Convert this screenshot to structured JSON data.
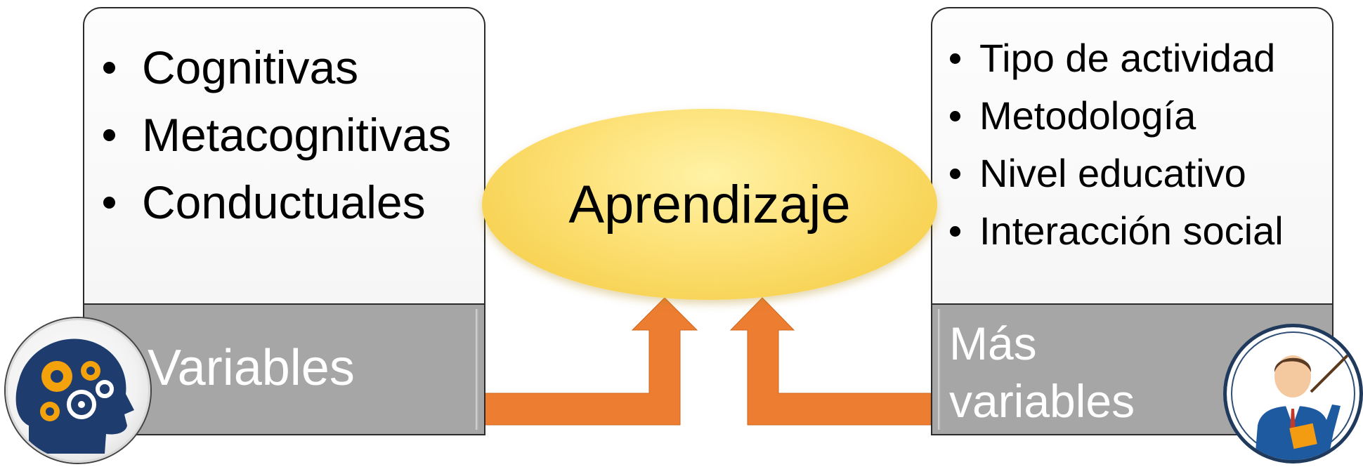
{
  "center": {
    "label": "Aprendizaje"
  },
  "left_box": {
    "items": [
      "Cognitivas",
      "Metacognitivas",
      "Conductuales"
    ],
    "label": "Variables"
  },
  "right_box": {
    "items": [
      "Tipo de actividad",
      "Metodología",
      "Nivel educativo",
      "Interacción social"
    ],
    "label": "Más variables"
  },
  "icons": {
    "left": "head-with-gears-icon",
    "right": "teacher-with-pointer-icon"
  },
  "colors": {
    "arrow": "#ed7d31",
    "ellipse": "#fde27a",
    "label_bar": "#a6a6a6",
    "label_text": "#ffffff",
    "head": "#1e3c6e",
    "gear": "#f3a20c",
    "teacher_suit": "#1e5aa0"
  }
}
